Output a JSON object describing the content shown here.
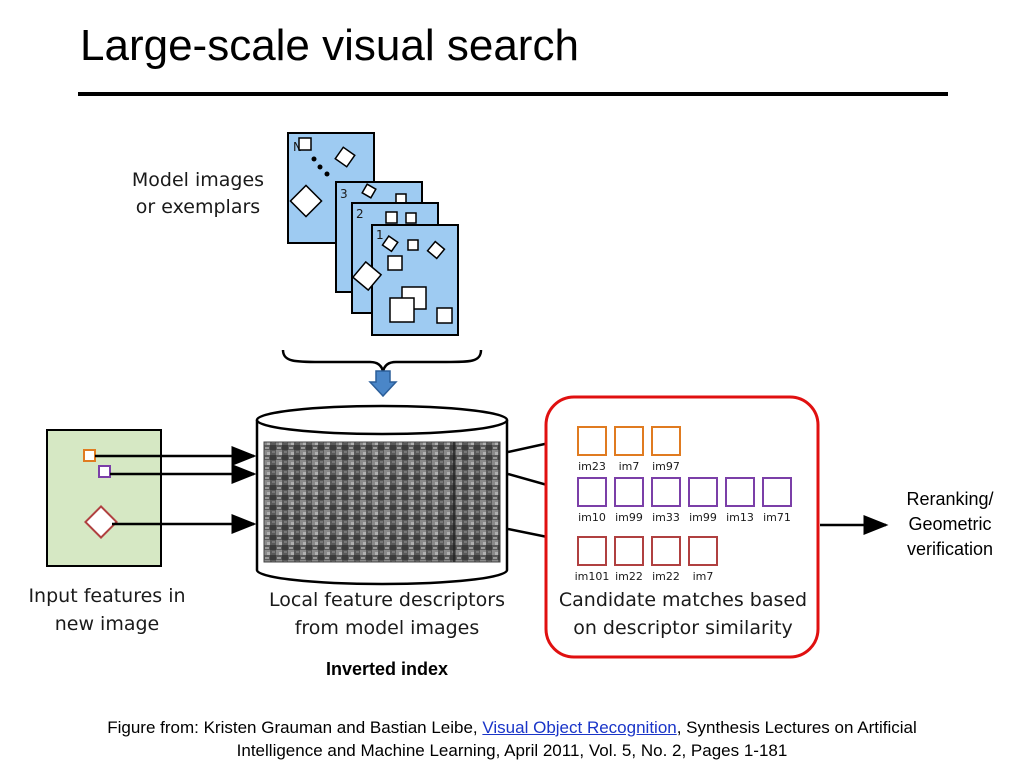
{
  "title": "Large-scale visual search",
  "model_images": {
    "label_line1": "Model images",
    "label_line2": "or exemplars",
    "page_numbers": [
      "N",
      "3",
      "2",
      "1"
    ],
    "fill_color": "#9ecbf2"
  },
  "input": {
    "label_line1": "Input features in",
    "label_line2": "new image",
    "fill_color": "#d6e8c4"
  },
  "index": {
    "label_line1": "Local feature descriptors",
    "label_line2": "from model images",
    "caption": "Inverted index"
  },
  "candidates": {
    "label_line1": "Candidate matches based",
    "label_line2": "on descriptor similarity",
    "border_color": "#e01010",
    "rows": [
      {
        "color": "#e07b20",
        "labels": [
          "im23",
          "im7",
          "im97"
        ]
      },
      {
        "color": "#7b3fa8",
        "labels": [
          "im10",
          "im99",
          "im33",
          "im99",
          "im13",
          "im71"
        ]
      },
      {
        "color": "#b04040",
        "labels": [
          "im101",
          "im22",
          "im22",
          "im7"
        ]
      }
    ]
  },
  "output": {
    "line1": "Reranking/",
    "line2": "Geometric",
    "line3": "verification"
  },
  "caption": {
    "prefix": "Figure from: Kristen Grauman and Bastian Leibe, ",
    "link": "Visual Object Recognition",
    "suffix": ", Synthesis Lectures on Artificial",
    "line2": "Intelligence and Machine Learning, April 2011, Vol. 5, No. 2, Pages 1-181"
  }
}
